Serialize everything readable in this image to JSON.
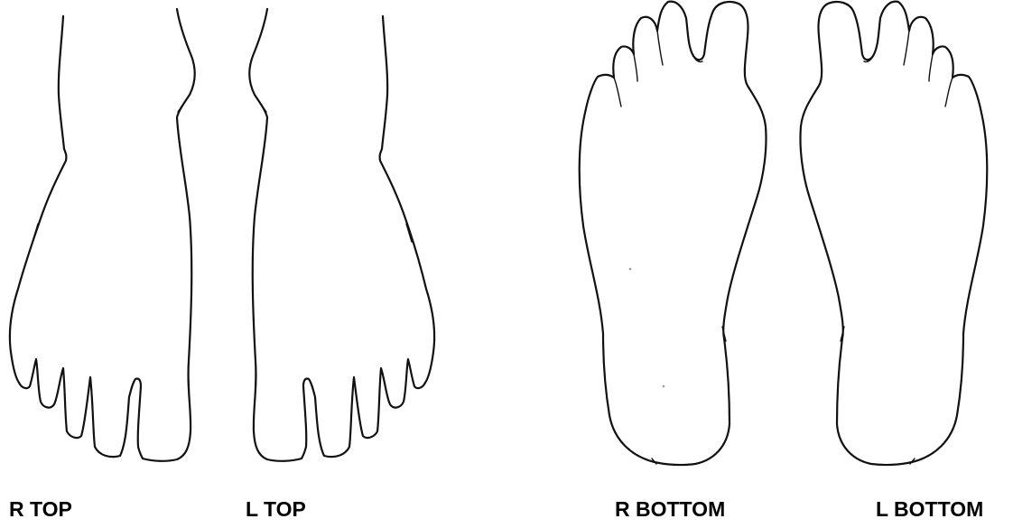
{
  "labels": {
    "r_top": "R TOP",
    "l_top": "L TOP",
    "r_bottom": "R BOTTOM",
    "l_bottom": "L BOTTOM"
  },
  "colors": {
    "line": "#111111",
    "background": "#ffffff",
    "text": "#000000"
  }
}
